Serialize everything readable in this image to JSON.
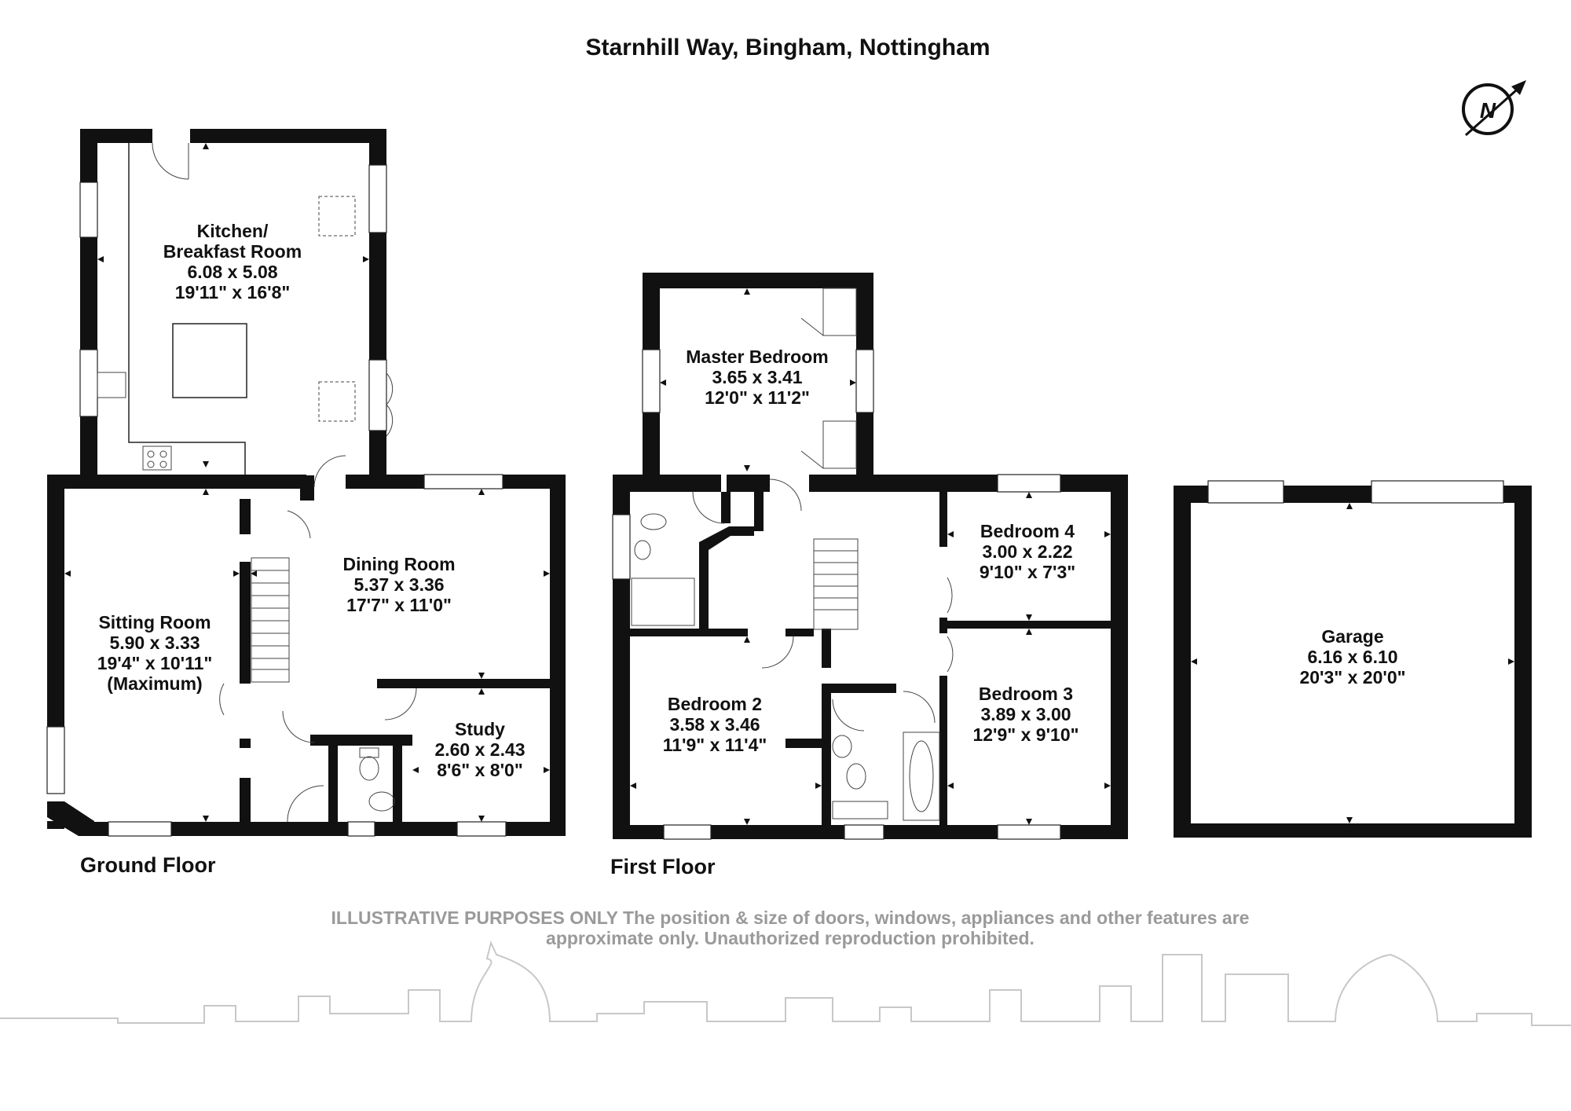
{
  "title": "Starnhill Way, Bingham, Nottingham",
  "compass": {
    "label": "N",
    "icon": "north-compass-icon"
  },
  "floors": [
    {
      "label": "Ground Floor",
      "rooms": [
        {
          "name": "Kitchen/ Breakfast Room",
          "lines": [
            "Kitchen/",
            "Breakfast Room",
            "6.08 x 5.08",
            "19'11\" x 16'8\""
          ]
        },
        {
          "name": "Sitting Room",
          "lines": [
            "Sitting Room",
            "5.90 x 3.33",
            "19'4\" x 10'11\"",
            "(Maximum)"
          ]
        },
        {
          "name": "Dining Room",
          "lines": [
            "Dining Room",
            "5.37 x 3.36",
            "17'7\" x 11'0\""
          ]
        },
        {
          "name": "Study",
          "lines": [
            "Study",
            "2.60 x 2.43",
            "8'6\" x 8'0\""
          ]
        }
      ]
    },
    {
      "label": "First Floor",
      "rooms": [
        {
          "name": "Master Bedroom",
          "lines": [
            "Master Bedroom",
            "3.65 x 3.41",
            "12'0\" x 11'2\""
          ]
        },
        {
          "name": "Bedroom 4",
          "lines": [
            "Bedroom 4",
            "3.00 x 2.22",
            "9'10\" x 7'3\""
          ]
        },
        {
          "name": "Bedroom 2",
          "lines": [
            "Bedroom 2",
            "3.58 x 3.46",
            "11'9\" x 11'4\""
          ]
        },
        {
          "name": "Bedroom 3",
          "lines": [
            "Bedroom 3",
            "3.89 x 3.00",
            "12'9\" x 9'10\""
          ]
        }
      ]
    },
    {
      "label": "",
      "rooms": [
        {
          "name": "Garage",
          "lines": [
            "Garage",
            "6.16 x 6.10",
            "20'3\" x 20'0\""
          ]
        }
      ]
    }
  ],
  "disclaimer": {
    "line1": "ILLUSTRATIVE PURPOSES ONLY  The position & size of doors, windows, appliances and other features are",
    "line2": "approximate only. Unauthorized reproduction prohibited."
  },
  "colors": {
    "wall": "#111111",
    "disclaimer": "#9a9a9a",
    "skyline": "#c8c8c8"
  }
}
